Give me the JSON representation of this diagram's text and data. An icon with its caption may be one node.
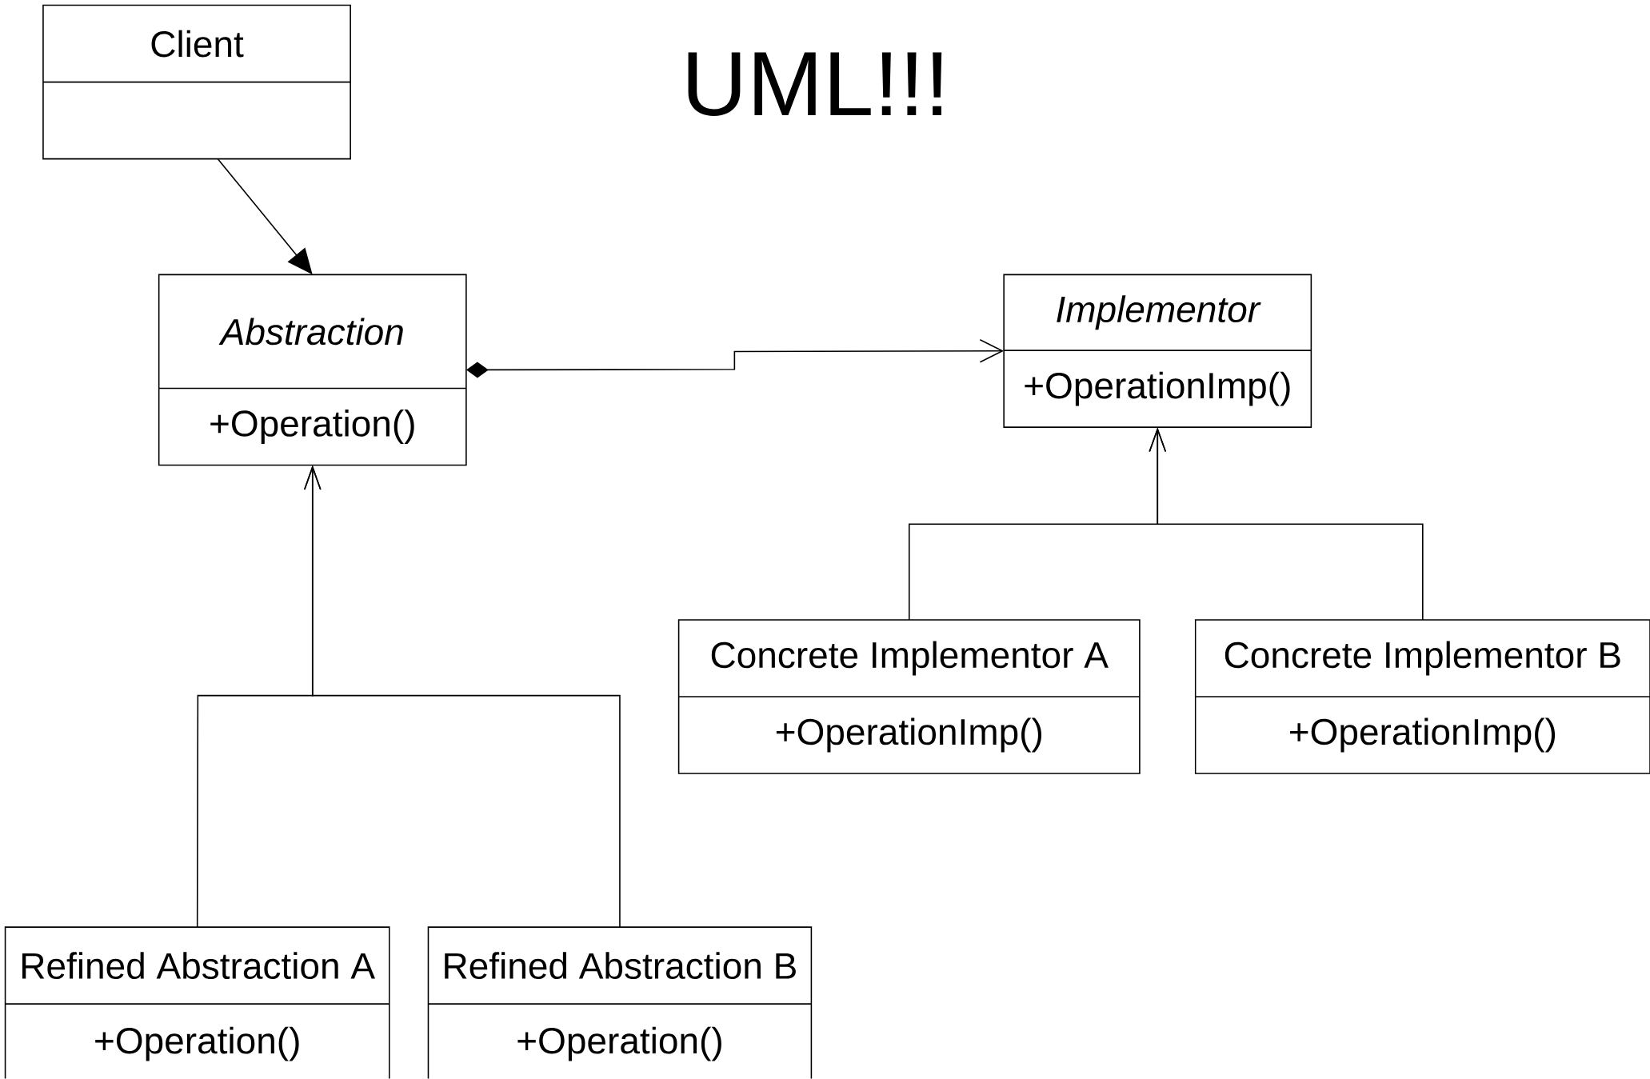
{
  "diagram": {
    "title": "UML!!!",
    "nodes": [
      {
        "text": [
          "Client"
        ]
      },
      {
        "text": [
          "Abstraction",
          "+Operation()"
        ]
      },
      {
        "text": [
          "Implementor",
          "+OperationImp()"
        ]
      },
      {
        "text": [
          "Concrete Implementor A",
          "+OperationImp()"
        ]
      },
      {
        "text": [
          "Concrete Implementor B",
          "+OperationImp()"
        ]
      },
      {
        "text": [
          "Refined Abstraction A",
          "+Operation()"
        ]
      },
      {
        "text": [
          "Refined Abstraction B",
          "+Operation()"
        ]
      }
    ],
    "edges": [
      {
        "from": 0,
        "to": 1,
        "arrow": "to"
      },
      {
        "from": 1,
        "to": 2,
        "arrow": "to"
      },
      {
        "from": 5,
        "to": 1,
        "arrow": "to"
      },
      {
        "from": 6,
        "to": 1,
        "arrow": "to"
      },
      {
        "from": 3,
        "to": 2,
        "arrow": "to"
      },
      {
        "from": 4,
        "to": 2,
        "arrow": "to"
      }
    ]
  }
}
